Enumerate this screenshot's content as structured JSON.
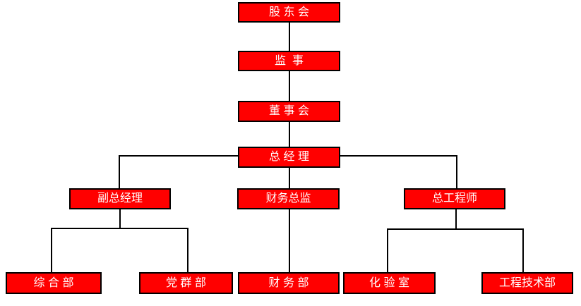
{
  "page": {
    "background_color": "#FFFFFF"
  },
  "org_chart": {
    "type": "organization-chart",
    "style": {
      "box_fill": "#FF0000",
      "box_border_color": "#000000",
      "box_text_color": "#FFFFFF",
      "connector_color": "#000000"
    },
    "nodes": {
      "shareholders": {
        "label": "股 东 会"
      },
      "supervisor": {
        "label": "监  事"
      },
      "board": {
        "label": "董 事 会"
      },
      "general_manager": {
        "label": "总 经 理"
      },
      "deputy_general_manager": {
        "label": "副总经理"
      },
      "finance_director": {
        "label": "财务总监"
      },
      "chief_engineer": {
        "label": "总工程师"
      },
      "general_affairs_dept": {
        "label": "综 合 部"
      },
      "party_masses_dept": {
        "label": "党 群 部"
      },
      "finance_dept": {
        "label": "财 务 部"
      },
      "laboratory": {
        "label": "化 验 室"
      },
      "engineering_tech_dept": {
        "label": "工程技术部"
      }
    },
    "edges": [
      {
        "from": "shareholders",
        "to": "supervisor"
      },
      {
        "from": "supervisor",
        "to": "board"
      },
      {
        "from": "board",
        "to": "general_manager"
      },
      {
        "from": "general_manager",
        "to": "deputy_general_manager"
      },
      {
        "from": "general_manager",
        "to": "finance_director"
      },
      {
        "from": "general_manager",
        "to": "chief_engineer"
      },
      {
        "from": "deputy_general_manager",
        "to": "general_affairs_dept"
      },
      {
        "from": "deputy_general_manager",
        "to": "party_masses_dept"
      },
      {
        "from": "finance_director",
        "to": "finance_dept"
      },
      {
        "from": "chief_engineer",
        "to": "laboratory"
      },
      {
        "from": "chief_engineer",
        "to": "engineering_tech_dept"
      }
    ]
  }
}
